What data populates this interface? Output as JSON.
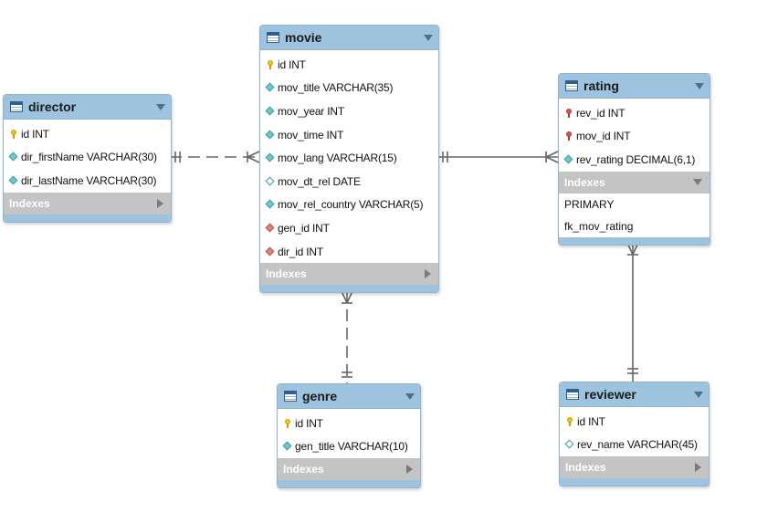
{
  "tables": {
    "director": {
      "name": "director",
      "columns": [
        {
          "kind": "key",
          "text": "id INT"
        },
        {
          "kind": "col",
          "text": "dir_firstName VARCHAR(30)"
        },
        {
          "kind": "col",
          "text": "dir_lastName VARCHAR(30)"
        }
      ],
      "indexes_label": "Indexes"
    },
    "movie": {
      "name": "movie",
      "columns": [
        {
          "kind": "key",
          "text": "id INT"
        },
        {
          "kind": "col",
          "text": "mov_title VARCHAR(35)"
        },
        {
          "kind": "col",
          "text": "mov_year INT"
        },
        {
          "kind": "col",
          "text": "mov_time INT"
        },
        {
          "kind": "col",
          "text": "mov_lang VARCHAR(15)"
        },
        {
          "kind": "colh",
          "text": "mov_dt_rel DATE"
        },
        {
          "kind": "col",
          "text": "mov_rel_country VARCHAR(5)"
        },
        {
          "kind": "fkcol",
          "text": "gen_id INT"
        },
        {
          "kind": "fkcol",
          "text": "dir_id INT"
        }
      ],
      "indexes_label": "Indexes"
    },
    "rating": {
      "name": "rating",
      "columns": [
        {
          "kind": "fk",
          "text": "rev_id INT"
        },
        {
          "kind": "fk",
          "text": "mov_id INT"
        },
        {
          "kind": "col",
          "text": "rev_rating DECIMAL(6,1)"
        }
      ],
      "indexes_label": "Indexes",
      "indexes": [
        "PRIMARY",
        "fk_mov_rating"
      ]
    },
    "genre": {
      "name": "genre",
      "columns": [
        {
          "kind": "key",
          "text": "id INT"
        },
        {
          "kind": "col",
          "text": "gen_title VARCHAR(10)"
        }
      ],
      "indexes_label": "Indexes"
    },
    "reviewer": {
      "name": "reviewer",
      "columns": [
        {
          "kind": "key",
          "text": "id INT"
        },
        {
          "kind": "colh",
          "text": "rev_name VARCHAR(45)"
        }
      ],
      "indexes_label": "Indexes"
    }
  },
  "relationships": [
    {
      "from": "director",
      "to": "movie",
      "style": "dashed"
    },
    {
      "from": "movie",
      "to": "rating",
      "style": "solid"
    },
    {
      "from": "genre",
      "to": "movie",
      "style": "dashed"
    },
    {
      "from": "reviewer",
      "to": "rating",
      "style": "solid"
    }
  ],
  "colors": {
    "header": "#9dc3de",
    "indexes_bar": "#c4c4c4",
    "connector": "#666666"
  }
}
